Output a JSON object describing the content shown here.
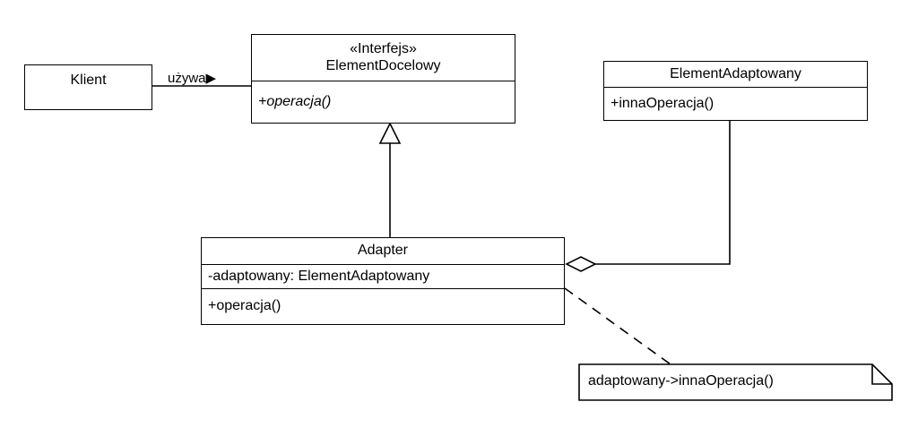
{
  "diagram": {
    "title": "Adapter pattern UML class diagram",
    "language": "pl",
    "background_color": "#ffffff",
    "stroke_color": "#000000",
    "text_color": "#000000"
  },
  "classes": {
    "klient": {
      "name": "Klient",
      "stereotype": "",
      "attributes": [],
      "operations": []
    },
    "element_docelowy": {
      "stereotype": "«Interfejs»",
      "name": "ElementDocelowy",
      "attributes": [],
      "operations": [
        "+operacja()"
      ],
      "operations_italic": true
    },
    "element_adaptowany": {
      "name": "ElementAdaptowany",
      "stereotype": "",
      "attributes": [],
      "operations": [
        "+innaOperacja()"
      ]
    },
    "adapter": {
      "name": "Adapter",
      "stereotype": "",
      "attributes": [
        "-adaptowany: ElementAdaptowany"
      ],
      "operations": [
        "+operacja()"
      ]
    }
  },
  "relations": {
    "uses": {
      "label": "używa",
      "arrow_glyph": "▶",
      "type": "association",
      "from": "Klient",
      "to": "ElementDocelowy"
    },
    "realization": {
      "label": "",
      "type": "generalization",
      "from": "Adapter",
      "to": "ElementDocelowy"
    },
    "aggregation": {
      "label": "",
      "type": "aggregation",
      "from": "Adapter",
      "to": "ElementAdaptowany"
    },
    "note_link": {
      "label": "",
      "type": "dashed-anchor",
      "from": "Adapter",
      "to": "note"
    }
  },
  "note": {
    "text": "adaptowany->innaOperacja()"
  }
}
